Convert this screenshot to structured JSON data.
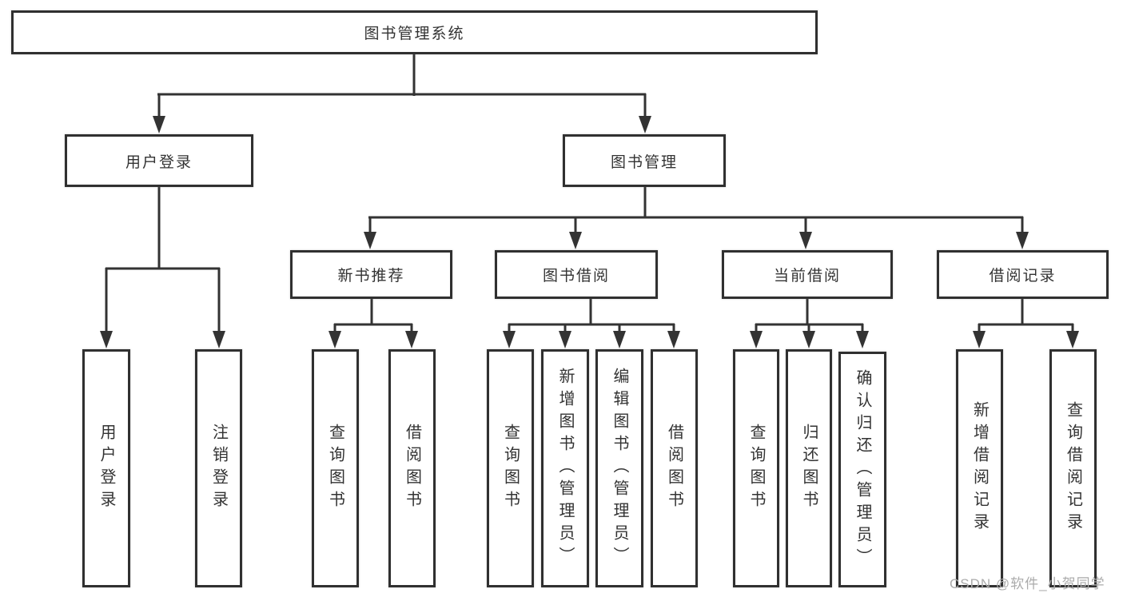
{
  "diagram_title": "图书管理系统",
  "tree": {
    "root": {
      "label": "图书管理系统",
      "children": [
        {
          "label": "用户登录",
          "children": [
            {
              "label": "用户登录"
            },
            {
              "label": "注销登录"
            }
          ]
        },
        {
          "label": "图书管理",
          "children": [
            {
              "label": "新书推荐",
              "children": [
                {
                  "label": "查询图书"
                },
                {
                  "label": "借阅图书"
                }
              ]
            },
            {
              "label": "图书借阅",
              "children": [
                {
                  "label": "查询图书"
                },
                {
                  "label": "新增图书（管理员）"
                },
                {
                  "label": "编辑图书（管理员）"
                },
                {
                  "label": "借阅图书"
                }
              ]
            },
            {
              "label": "当前借阅",
              "children": [
                {
                  "label": "查询图书"
                },
                {
                  "label": "归还图书"
                },
                {
                  "label": "确认归还（管理员）"
                }
              ]
            },
            {
              "label": "借阅记录",
              "children": [
                {
                  "label": "新增借阅记录"
                },
                {
                  "label": "查询借阅记录"
                }
              ]
            }
          ]
        }
      ]
    }
  },
  "watermark": {
    "text": "CSDN @软件_小贺同学"
  },
  "colors": {
    "line": "#333333",
    "box_border": "#303030",
    "text": "#333333",
    "background": "#ffffff",
    "watermark": "#ababab"
  }
}
